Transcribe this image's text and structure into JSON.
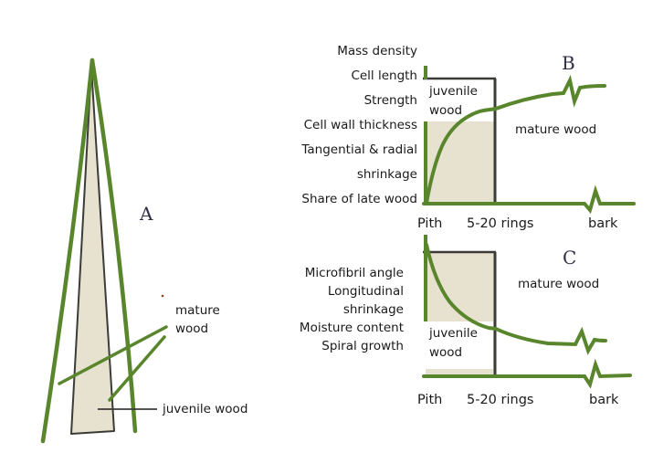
{
  "colors": {
    "green": "#59862c",
    "beige": "#e7e1cf",
    "dark": "#3b3b38",
    "letter": "#2f2f45",
    "text": "#1a1a1a"
  },
  "figure": {
    "panel_a": {
      "letter": "A",
      "mature_wood_label": "mature wood",
      "juvenile_wood_label": "juvenile wood"
    },
    "panel_b": {
      "letter": "B",
      "properties": [
        "Mass density",
        "Cell length",
        "Strength",
        "Cell wall thickness",
        "Tangential & radial",
        "shrinkage",
        "Share of late wood"
      ],
      "juvenile_wood_label": "juvenile wood",
      "mature_wood_label": "mature wood",
      "x_axis": {
        "pith": "Pith",
        "rings": "5-20 rings",
        "bark": "bark"
      }
    },
    "panel_c": {
      "letter": "C",
      "properties": [
        "Microfibril angle",
        "Longitudinal",
        "shrinkage",
        "Moisture content",
        "Spiral growth"
      ],
      "juvenile_wood_label": "juvenile wood",
      "mature_wood_label": "mature wood",
      "x_axis": {
        "pith": "Pith",
        "rings": "5-20 rings",
        "bark": "bark"
      }
    }
  },
  "chart_data": [
    {
      "type": "line",
      "panel": "B",
      "x_categories": [
        "Pith",
        "5-20 rings",
        "bark"
      ],
      "regions": [
        "juvenile wood",
        "mature wood"
      ],
      "series": [
        {
          "name": "Mass density / Cell length / Strength / Cell wall thickness / Tangential & radial shrinkage / Share of late wood",
          "trend": "rises steeply from pith through juvenile wood (first 5-20 rings), then increases slowly and nearly plateaus through mature wood toward bark",
          "qualitative_points_x": [
            "Pith",
            "5-20 rings",
            "bark"
          ],
          "qualitative_points_y_relative": [
            0.0,
            0.72,
            0.9
          ]
        }
      ],
      "axis_break_before_bark": true,
      "juvenile_zone_boundary": "5-20 rings",
      "grid": false,
      "legend": false
    },
    {
      "type": "line",
      "panel": "C",
      "x_categories": [
        "Pith",
        "5-20 rings",
        "bark"
      ],
      "regions": [
        "juvenile wood",
        "mature wood"
      ],
      "series": [
        {
          "name": "Microfibril angle / Longitudinal shrinkage / Moisture content / Spiral growth",
          "trend": "highest at pith, falls steeply through juvenile wood (first 5-20 rings), then declines slowly and flattens through mature wood toward bark",
          "qualitative_points_x": [
            "Pith",
            "5-20 rings",
            "bark"
          ],
          "qualitative_points_y_relative": [
            1.0,
            0.35,
            0.25
          ]
        }
      ],
      "axis_break_before_bark": true,
      "juvenile_zone_boundary": "5-20 rings",
      "grid": false,
      "legend": false
    }
  ]
}
